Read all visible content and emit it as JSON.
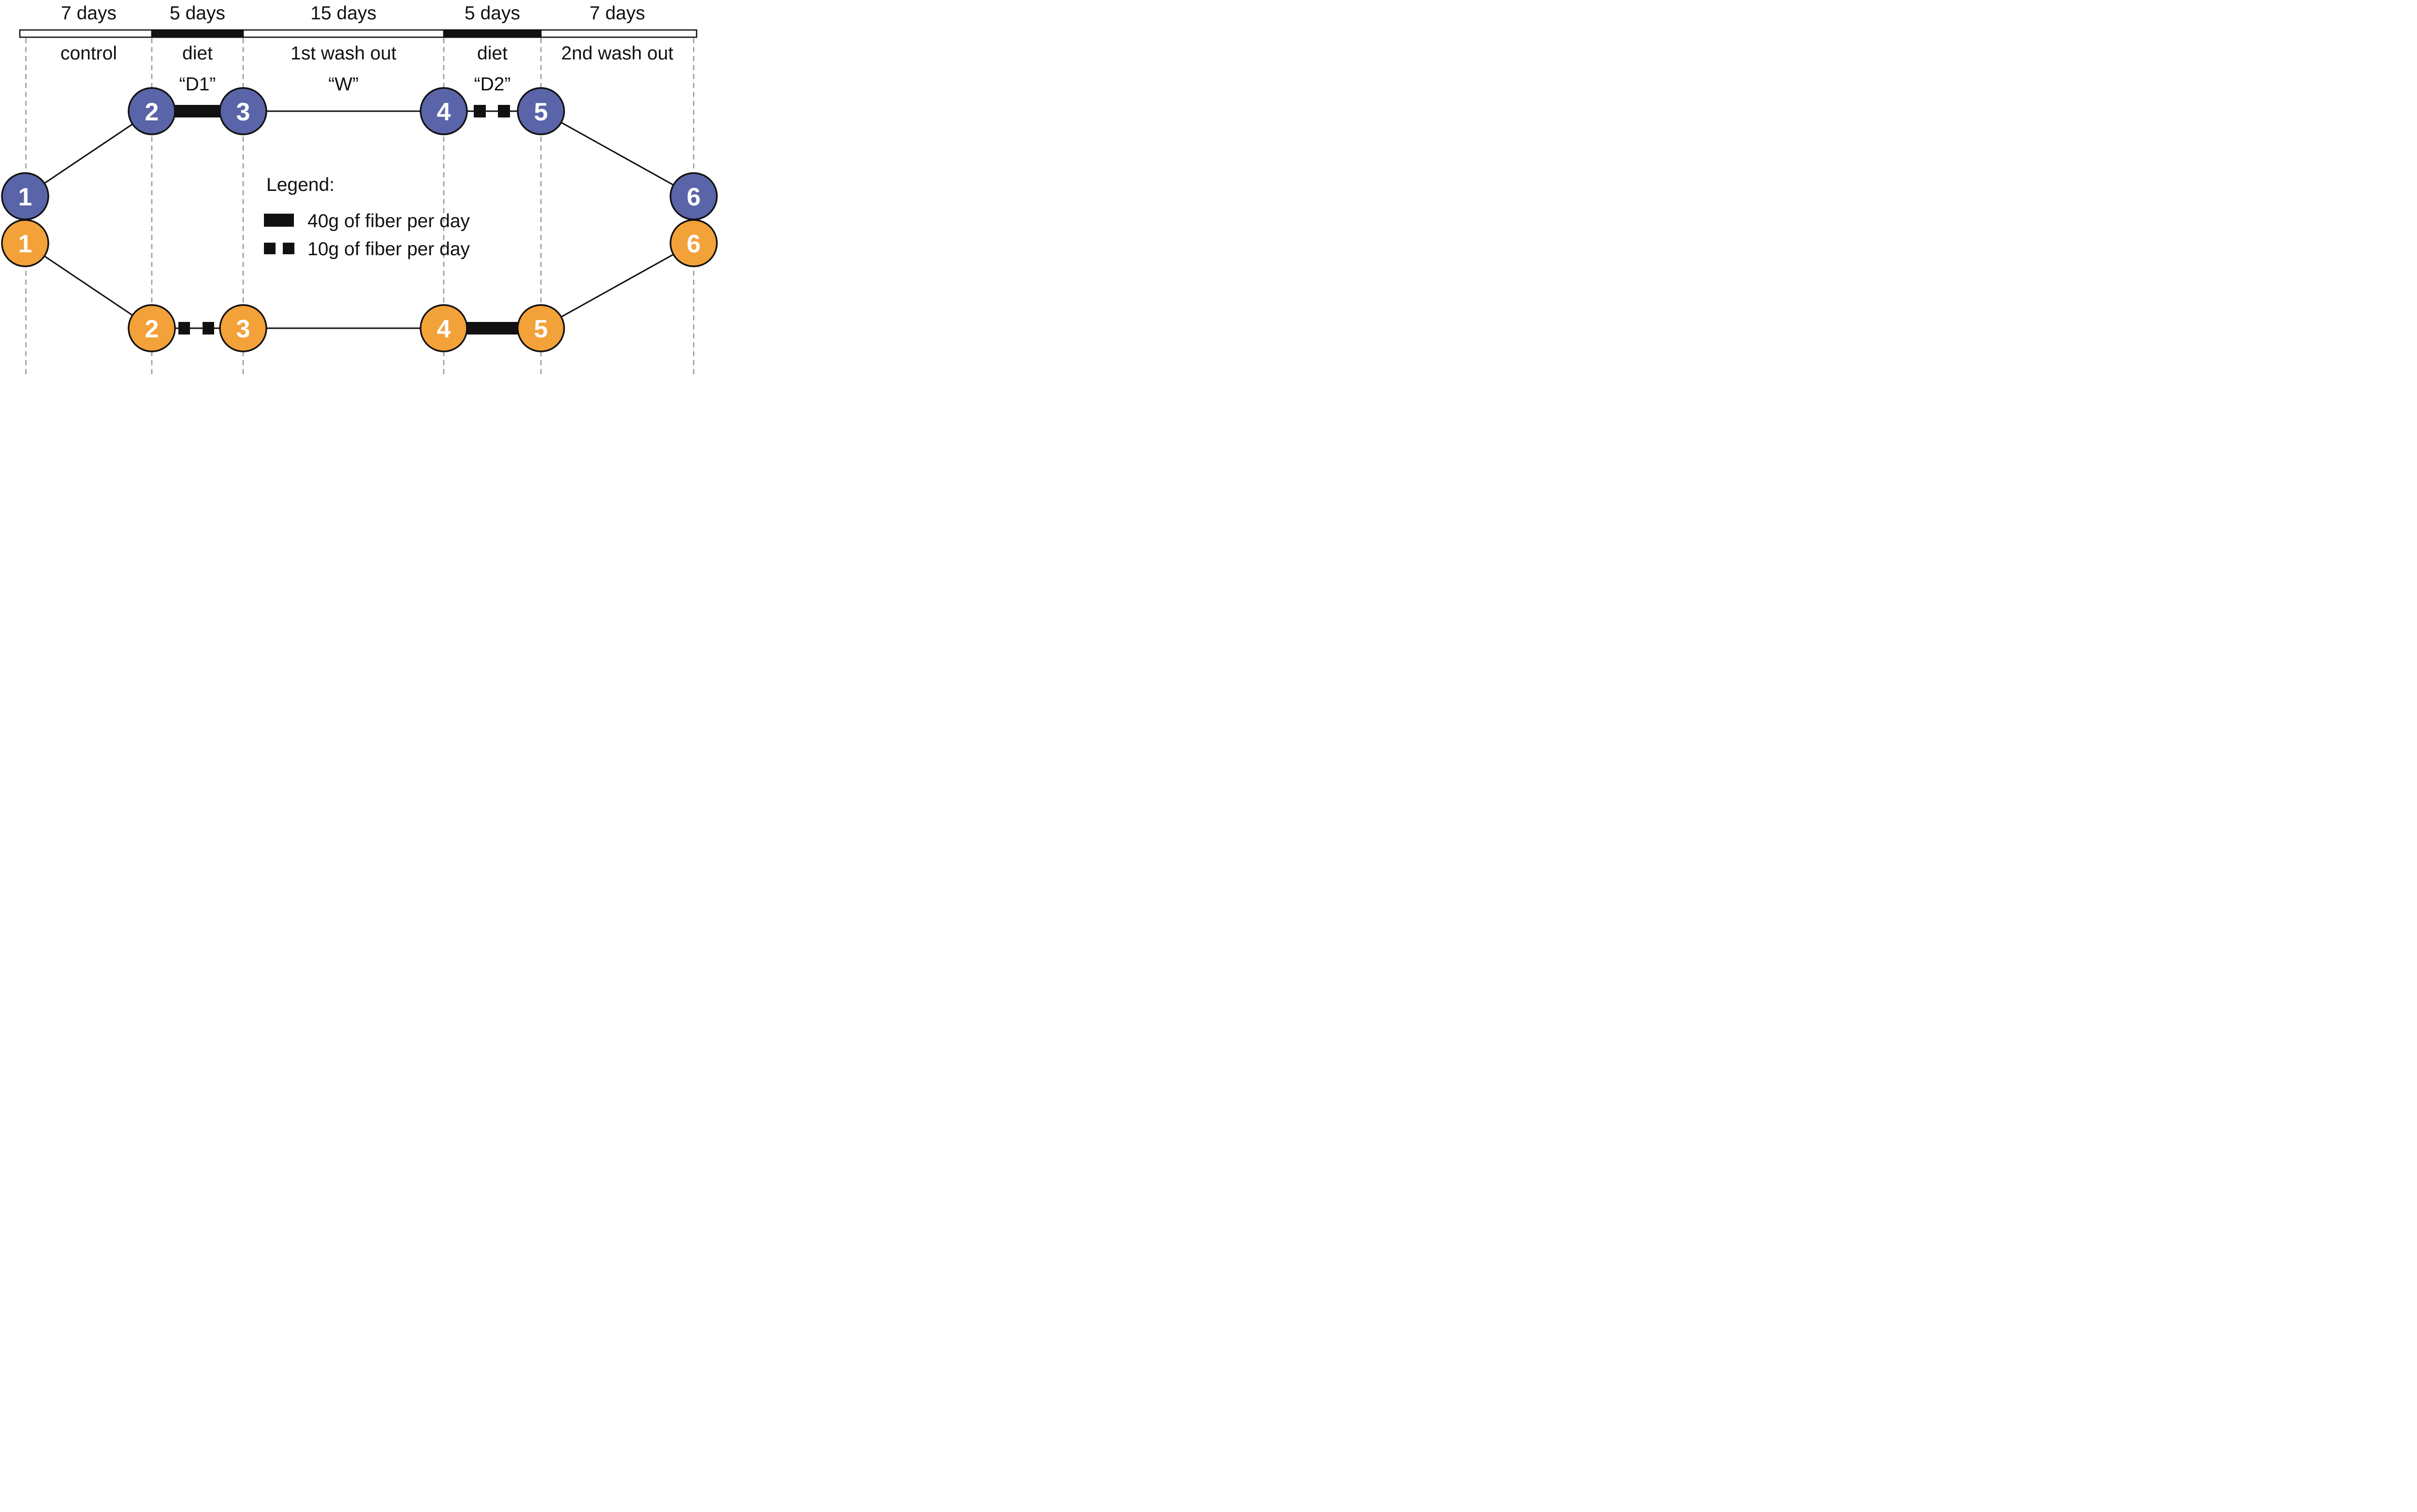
{
  "figure": {
    "description": "Crossover dietary fiber study design with two arms and five phases"
  },
  "timeline": {
    "segments": [
      {
        "duration": "7 days",
        "phase": "control"
      },
      {
        "duration": "5 days",
        "phase": "diet",
        "code": "“D1”"
      },
      {
        "duration": "15 days",
        "phase": "1st wash out",
        "code": "“W”"
      },
      {
        "duration": "5 days",
        "phase": "diet",
        "code": "“D2”"
      },
      {
        "duration": "7 days",
        "phase": "2nd wash out"
      }
    ]
  },
  "groups": {
    "blue": {
      "color": "#5A64A8",
      "sequence": [
        "1",
        "2",
        "3",
        "4",
        "5",
        "6"
      ]
    },
    "orange": {
      "color": "#F3A139",
      "sequence": [
        "1",
        "2",
        "3",
        "4",
        "5",
        "6"
      ]
    }
  },
  "legend": {
    "title": "Legend:",
    "items": [
      {
        "symbol": "solid-thick-bar",
        "label": "40g of fiber per day"
      },
      {
        "symbol": "dashed-thick-bar",
        "label": "10g of fiber per day"
      }
    ]
  },
  "colors": {
    "blue_arm": "#5A64A8",
    "orange_arm": "#F3A139",
    "dashed_guide": "#9A9A9A",
    "ink": "#111111",
    "background": "#FFFFFF"
  }
}
